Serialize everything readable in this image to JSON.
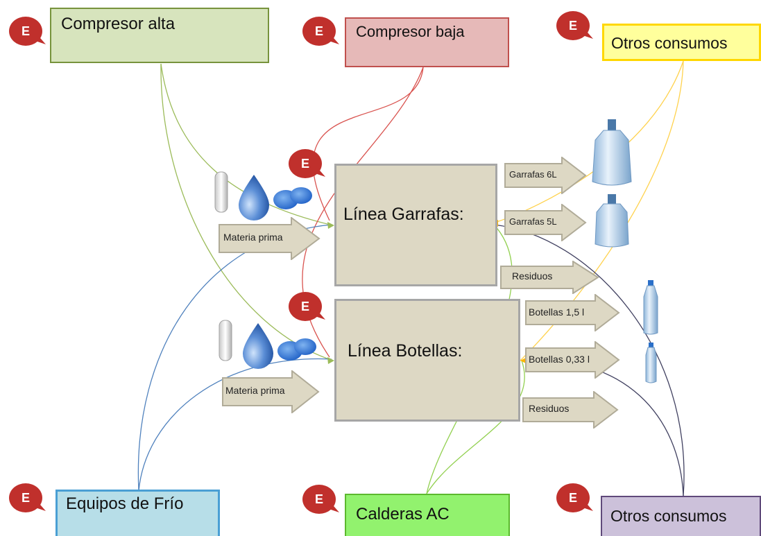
{
  "energy_badge": "E",
  "sources": {
    "compresor_alta": "Compresor alta",
    "compresor_baja": "Compresor baja",
    "otros_consumos_top": "Otros consumos",
    "equipos_frio": "Equipos de Frío",
    "calderas": "Calderas AC",
    "otros_consumos_bottom": "Otros consumos"
  },
  "lines": {
    "garrafas": "Línea Garrafas:",
    "botellas": "Línea Botellas:"
  },
  "inputs": {
    "materia_prima_top": "Materia prima",
    "materia_prima_bottom": "Materia prima"
  },
  "outputs": {
    "garrafas_6l": "Garrafas 6L",
    "garrafas_5l": "Garrafas 5L",
    "residuos_top": "Residuos",
    "botellas_15": "Botellas 1,5 l",
    "botellas_033": "Botellas 0,33 l",
    "residuos_bottom": "Residuos"
  },
  "colors": {
    "compresor_alta": "#d7e4bd",
    "compresor_baja": "#e6b9b8",
    "otros_consumos_top": "#ffff9c",
    "equipos_frio": "#b7dee8",
    "calderas": "#92f26e",
    "otros_consumos_bottom": "#ccc1da",
    "badge": "#c0302c"
  }
}
